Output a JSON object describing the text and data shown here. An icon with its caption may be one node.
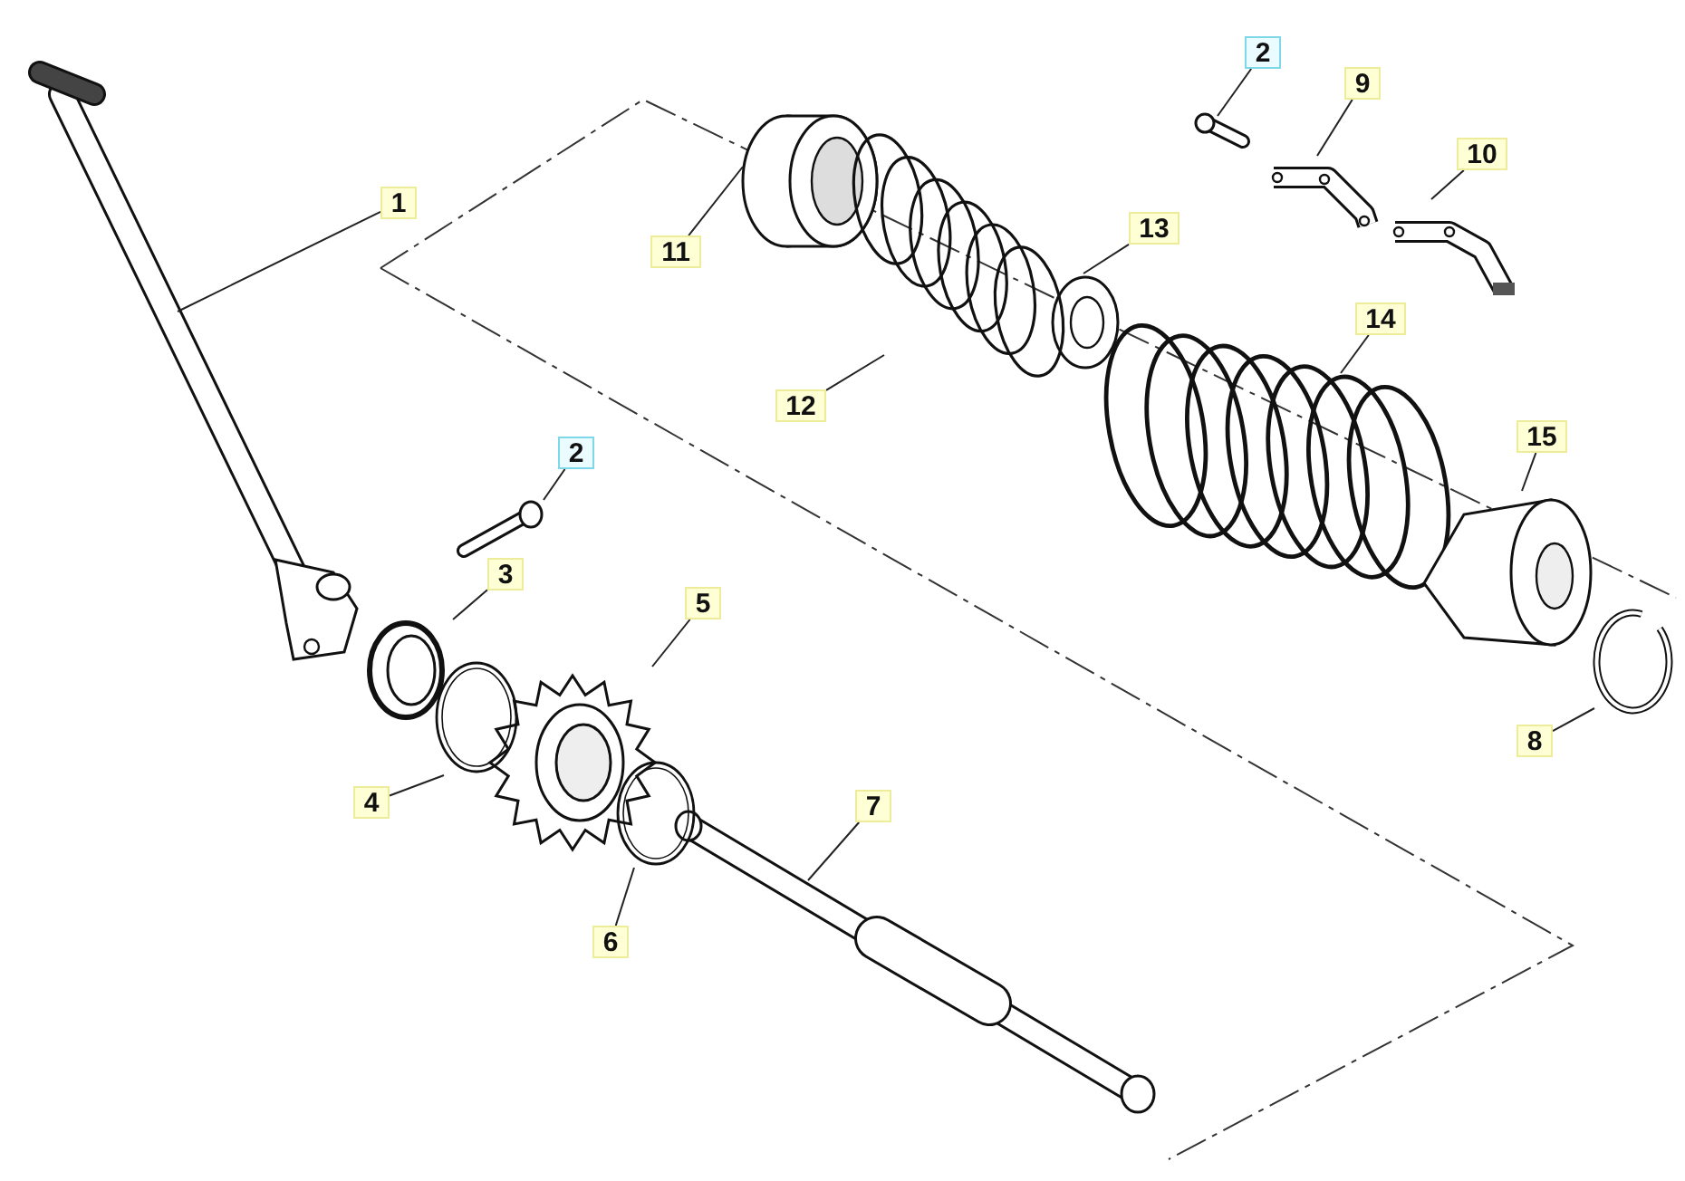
{
  "diagram": {
    "nodes": [
      {
        "text": [
          "2"
        ]
      },
      {
        "text": [
          "9"
        ]
      },
      {
        "text": [
          "10"
        ]
      },
      {
        "text": [
          "1"
        ]
      },
      {
        "text": [
          "11"
        ]
      },
      {
        "text": [
          "13"
        ]
      },
      {
        "text": [
          "14"
        ]
      },
      {
        "text": [
          "12"
        ]
      },
      {
        "text": [
          "15"
        ]
      },
      {
        "text": [
          "2"
        ]
      },
      {
        "text": [
          "3"
        ]
      },
      {
        "text": [
          "5"
        ]
      },
      {
        "text": [
          "8"
        ]
      },
      {
        "text": [
          "4"
        ]
      },
      {
        "text": [
          "7"
        ]
      },
      {
        "text": [
          "6"
        ]
      },
      {
        "text": [],
        "shape": "picture"
      },
      {
        "text": [],
        "shape": "picture"
      },
      {
        "text": [],
        "shape": "picture"
      },
      {
        "text": [],
        "shape": "picture"
      },
      {
        "text": [],
        "shape": "picture"
      },
      {
        "text": [],
        "shape": "picture"
      },
      {
        "text": [],
        "shape": "picture"
      },
      {
        "text": [],
        "shape": "picture"
      },
      {
        "text": [],
        "shape": "picture"
      },
      {
        "text": [],
        "shape": "picture"
      },
      {
        "text": [],
        "shape": "picture"
      },
      {
        "text": [],
        "shape": "picture"
      },
      {
        "text": [],
        "shape": "picture"
      },
      {
        "text": [],
        "shape": "picture"
      },
      {
        "text": [],
        "shape": "picture"
      },
      {
        "text": [],
        "shape": "picture"
      }
    ],
    "edges": [
      {
        "from": 0,
        "to": 16,
        "arrow": "none"
      },
      {
        "from": 1,
        "to": 17,
        "arrow": "none"
      },
      {
        "from": 2,
        "to": 18,
        "arrow": "none"
      },
      {
        "from": 3,
        "to": 19,
        "arrow": "none"
      },
      {
        "from": 4,
        "to": 20,
        "arrow": "none"
      },
      {
        "from": 5,
        "to": 21,
        "arrow": "none"
      },
      {
        "from": 6,
        "to": 22,
        "arrow": "none"
      },
      {
        "from": 7,
        "to": 23,
        "arrow": "none"
      },
      {
        "from": 8,
        "to": 24,
        "arrow": "none"
      },
      {
        "from": 9,
        "to": 25,
        "arrow": "none"
      },
      {
        "from": 10,
        "to": 26,
        "arrow": "none"
      },
      {
        "from": 11,
        "to": 27,
        "arrow": "none"
      },
      {
        "from": 12,
        "to": 28,
        "arrow": "none"
      },
      {
        "from": 13,
        "to": 29,
        "arrow": "none"
      },
      {
        "from": 14,
        "to": 30,
        "arrow": "none"
      },
      {
        "from": 15,
        "to": 31,
        "arrow": "none"
      }
    ]
  }
}
